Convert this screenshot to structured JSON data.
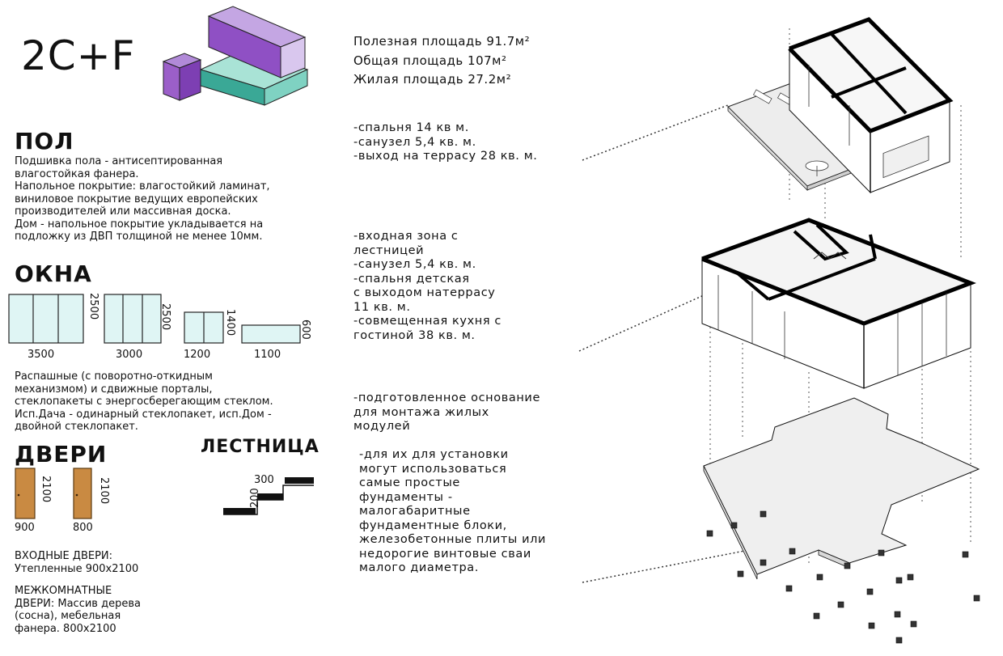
{
  "title": "2C+F",
  "areas": {
    "useful": "Полезная площадь 91.7м²",
    "total": "Общая площадь 107м²",
    "living": "Жилая площадь 27.2м²"
  },
  "floor": {
    "heading": "ПОЛ",
    "text": "Подшивка пола - антисептированная\nвлагостойкая фанера.\nНапольное покрытие: влагостойкий ламинат,\nвиниловое покрытие ведущих европейских\nпроизводителей или массивная доска.\nДом - напольное покрытие укладывается на\nподложку из ДВП толщиной не менее 10мм."
  },
  "windows": {
    "heading": "ОКНА",
    "items": [
      {
        "width": "3500",
        "height": "2500"
      },
      {
        "width": "3000",
        "height": "2500"
      },
      {
        "width": "1200",
        "height": "1400"
      },
      {
        "width": "1100",
        "height": "600"
      }
    ],
    "text": "Распашные (с поворотно-откидным\nмеханизмом) и сдвижные порталы,\nстеклопакеты с энергосберегающим стеклом.\nИсп.Дача - одинарный стеклопакет, исп.Дом -\nдвойной стеклопакет."
  },
  "doors": {
    "heading": "ДВЕРИ",
    "items": [
      {
        "width": "900",
        "height": "2100"
      },
      {
        "width": "800",
        "height": "2100"
      }
    ],
    "entrance": "ВХОДНЫЕ ДВЕРИ:\nУтепленные 900х2100",
    "interior": "МЕЖКОМНАТНЫЕ\nДВЕРИ: Массив дерева\n(сосна), мебельная\nфанера. 800х2100"
  },
  "stairs": {
    "heading": "ЛЕСТНИЦА",
    "tread": "300",
    "riser": "200"
  },
  "notes": {
    "upper": "-спальня 14 кв м.\n-санузел 5,4 кв. м.\n-выход на террасу 28 кв. м.",
    "lower": "-входная зона с\nлестницей\n-санузел 5,4 кв. м.\n-спальня детская\n с выходом натеррасу\n11 кв. м.\n-совмещенная кухня с\nгостиной 38 кв. м.",
    "base": "-подготовленное основание\n для монтажа жилых\n модулей",
    "foundation": "-для их для установки\nмогут использоваться\nсамые простые\nфундаменты -\nмалогабаритные\nфундаментные блоки,\nжелезобетонные плиты или\nнедорогие винтовые сваи\nмалого диаметра."
  },
  "colors": {
    "purple": "#9b5fc9",
    "purple_light": "#d6c2ea",
    "teal": "#3aa896",
    "teal_light": "#a9e3d6",
    "glass": "#dff5f4",
    "door": "#c98a42"
  }
}
